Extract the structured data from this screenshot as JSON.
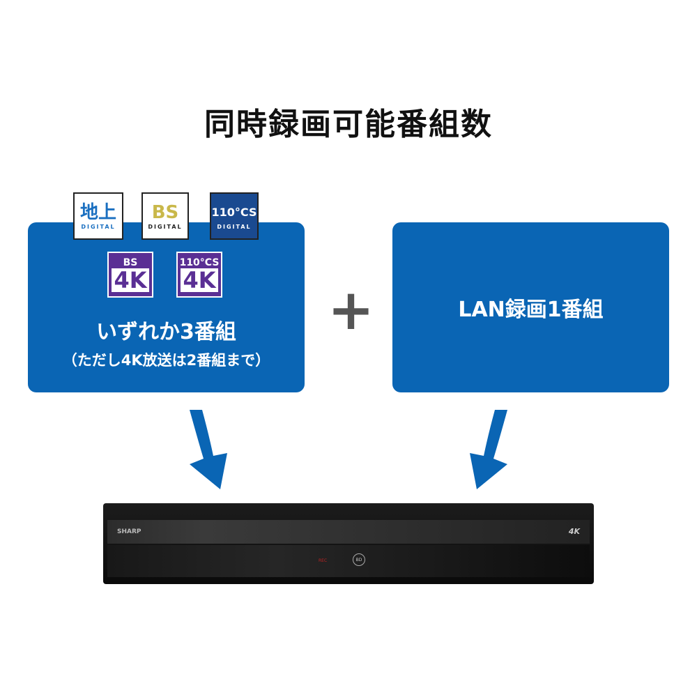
{
  "title": "同時録画可能番組数",
  "left_box": {
    "line1": "いずれか3番組",
    "line2": "（ただし4K放送は2番組まで）",
    "logos": [
      {
        "main": "地上",
        "sub": "DIGITAL",
        "color": "#1a6fc0"
      },
      {
        "main": "BS",
        "sub": "DIGITAL",
        "color": "#c9b84a"
      },
      {
        "main": "110°CS",
        "sub": "DIGITAL",
        "color": "#1a4a90"
      }
    ],
    "logos_4k": [
      {
        "top": "BS",
        "main": "4K"
      },
      {
        "top": "110°CS",
        "main": "4K"
      }
    ]
  },
  "plus": "+",
  "right_box": {
    "text": "LAN録画1番組"
  },
  "recorder": {
    "brand": "SHARP",
    "badge": "4K",
    "rec": "REC",
    "button": "BD"
  },
  "colors": {
    "box": "#0a65b4",
    "arrow": "#0a65b4",
    "logo4k": "#5a2f94"
  }
}
